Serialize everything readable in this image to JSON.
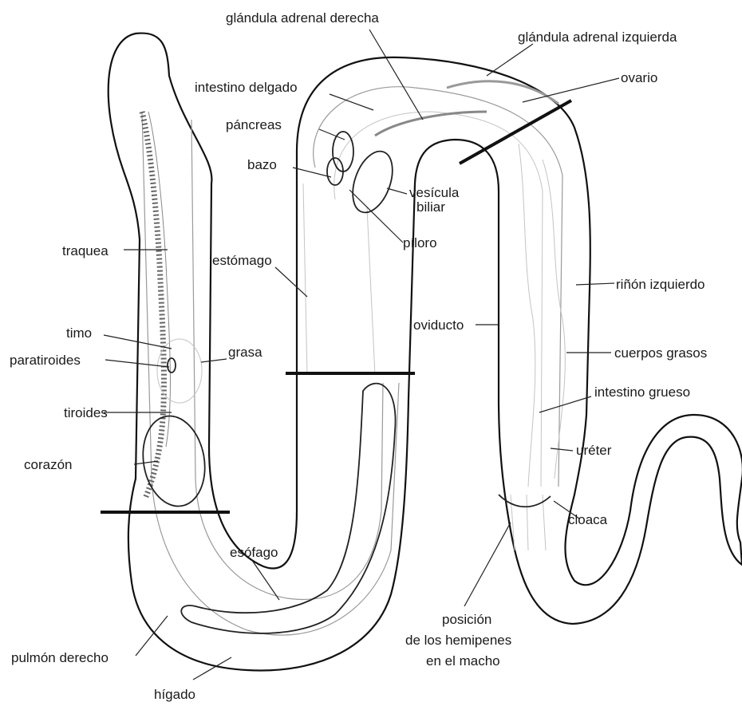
{
  "labels": {
    "adrenal_right": "glándula adrenal derecha",
    "adrenal_left": "glándula adrenal izquierda",
    "ovary": "ovario",
    "small_intestine": "intestino delgado",
    "pancreas": "páncreas",
    "spleen": "bazo",
    "gallbladder_1": "vesícula",
    "gallbladder_2": "biliar",
    "pylorus": "píloro",
    "trachea": "traquea",
    "stomach": "estómago",
    "left_kidney": "riñón izquierdo",
    "oviduct": "oviducto",
    "thymus": "timo",
    "parathyroids": "paratiroides",
    "fat": "grasa",
    "fat_bodies": "cuerpos grasos",
    "thyroid": "tiroides",
    "large_intestine": "intestino grueso",
    "heart": "corazón",
    "ureter": "uréter",
    "cloaca": "cloaca",
    "esophagus": "esófago",
    "right_lung": "pulmón derecho",
    "hemipenes_1": "posición",
    "hemipenes_2": "de los hemipenes",
    "hemipenes_3": "en el macho",
    "liver": "hígado"
  }
}
